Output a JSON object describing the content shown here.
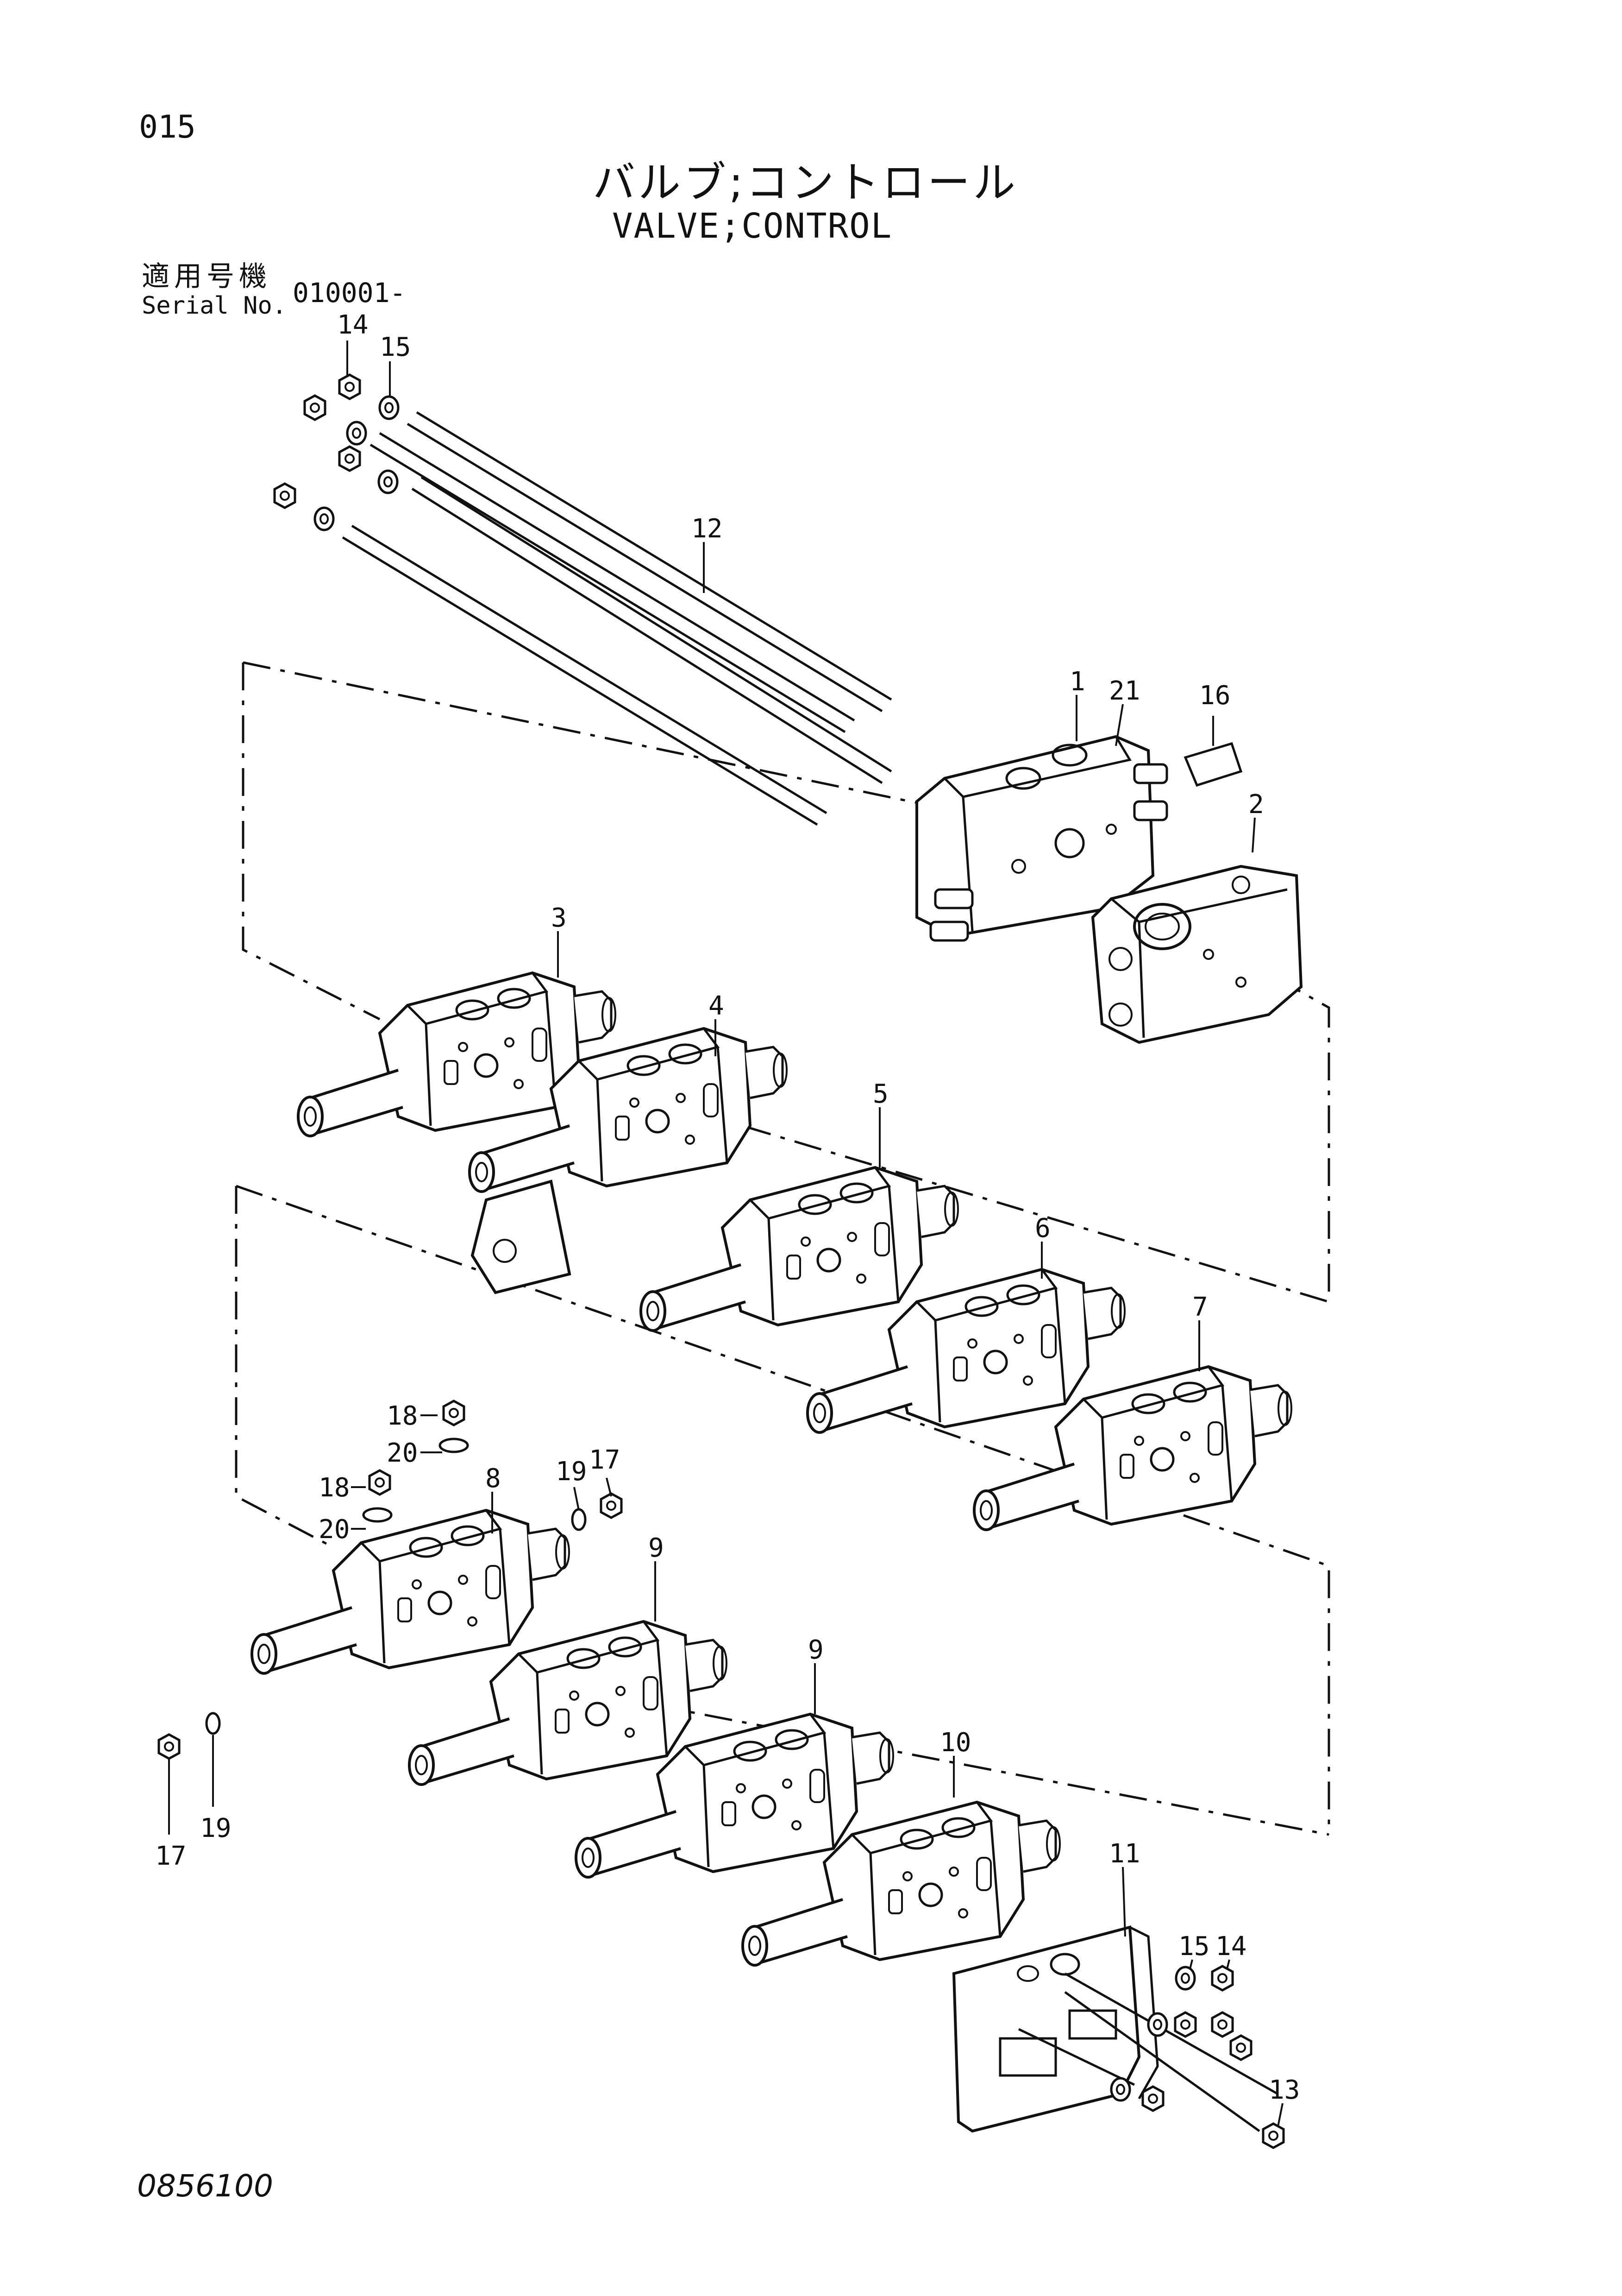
{
  "page_number": "015",
  "title_jp": "バルブ;コントロール",
  "title_en": "VALVE;CONTROL",
  "serial": {
    "label_jp": "適用号機",
    "label_en": "Serial No.",
    "value": "010001-"
  },
  "drawing_number": "0856100",
  "callouts": [
    "14",
    "15",
    "12",
    "1",
    "21",
    "16",
    "2",
    "3",
    "4",
    "5",
    "6",
    "7",
    "18",
    "20",
    "8",
    "19",
    "17",
    "18",
    "20",
    "9",
    "9",
    "10",
    "17",
    "19",
    "11",
    "15",
    "14",
    "13"
  ]
}
